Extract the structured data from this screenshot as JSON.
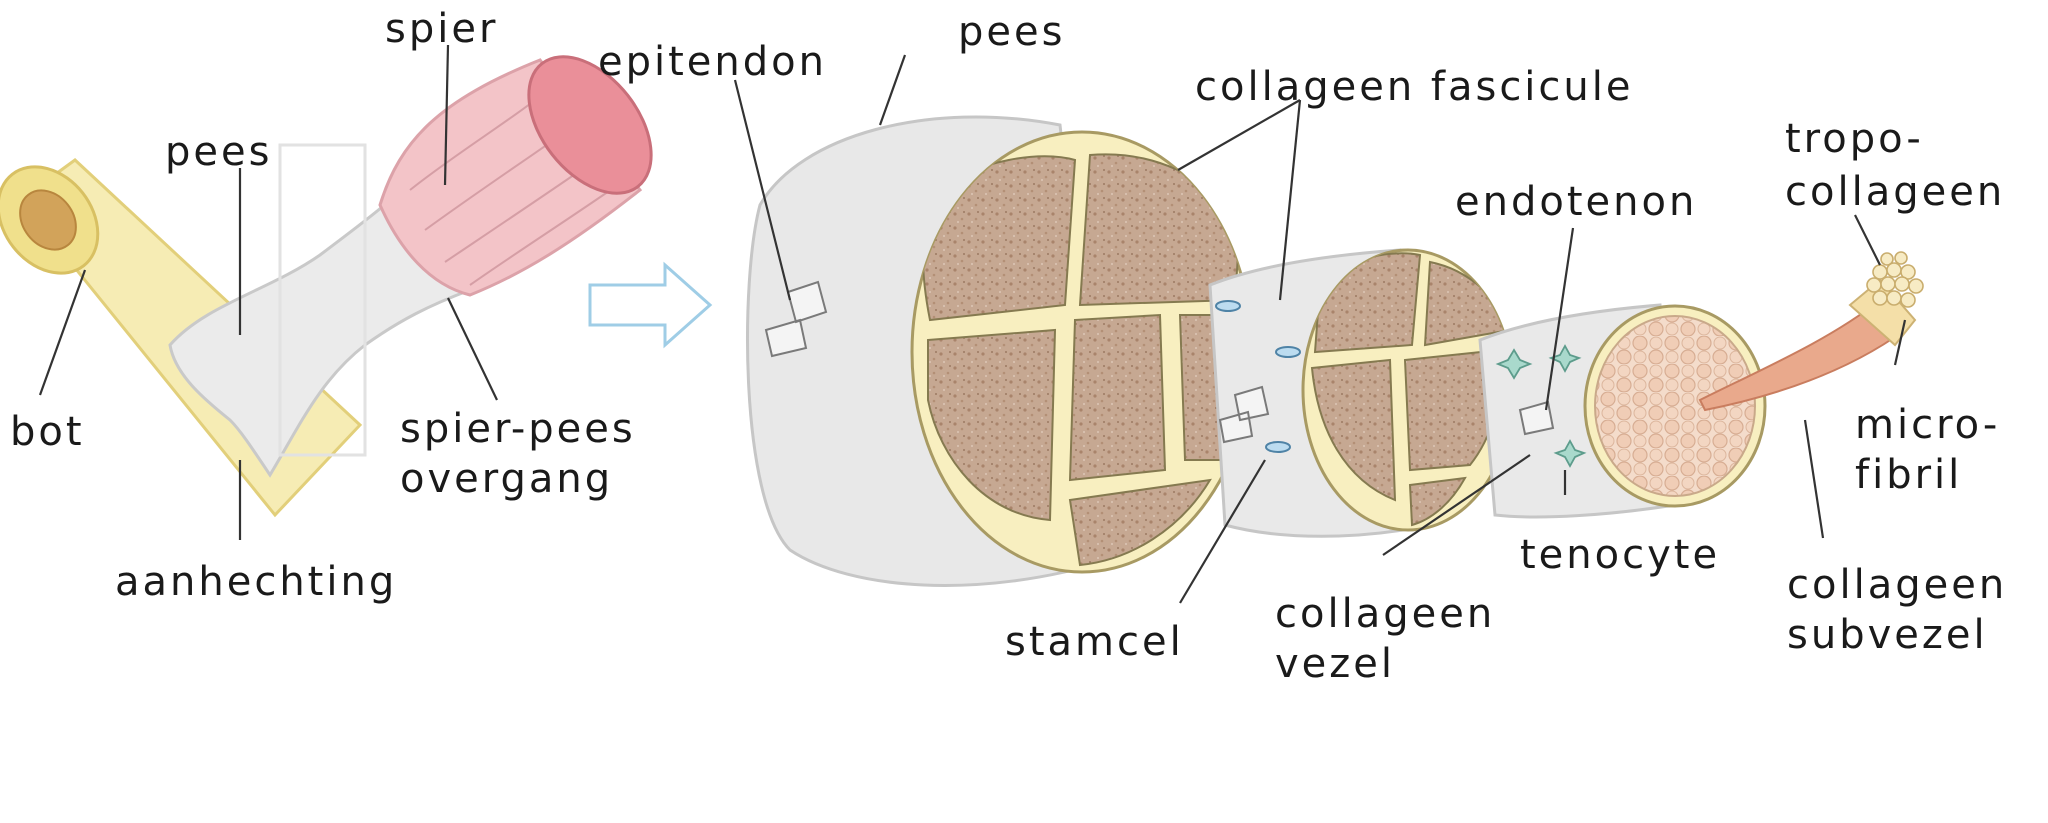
{
  "labels": {
    "spier": "spier",
    "pees_left": "pees",
    "bot": "bot",
    "spier_pees_1": "spier-pees",
    "spier_pees_2": "overgang",
    "aanhechting": "aanhechting",
    "epitendon": "epitendon",
    "pees_top": "pees",
    "collageen_fascicule": "collageen fascicule",
    "endotenon": "endotenon",
    "tropo_1": "tropo-",
    "tropo_2": "collageen",
    "micro_1": "micro-",
    "micro_2": "fibril",
    "tenocyte": "tenocyte",
    "collageen_subvezel_1": "collageen",
    "collageen_subvezel_2": "subvezel",
    "collageen_vezel_1": "collageen",
    "collageen_vezel_2": "vezel",
    "stamcel": "stamcel"
  },
  "colors": {
    "bone": "#f6ecb4",
    "bone_edge": "#e2cf7a",
    "marrow": "#d2a35a",
    "tendon": "#ebebeb",
    "tendon_edge": "#c9c9c9",
    "muscle": "#f3c4c8",
    "muscle_cut": "#ea8f99",
    "sheath": "#f8efc0",
    "sheath_edge": "#a89a63",
    "fascicle": "#c9ab95",
    "fibril": "#f1d3be",
    "arrow": "#9fcde6"
  }
}
